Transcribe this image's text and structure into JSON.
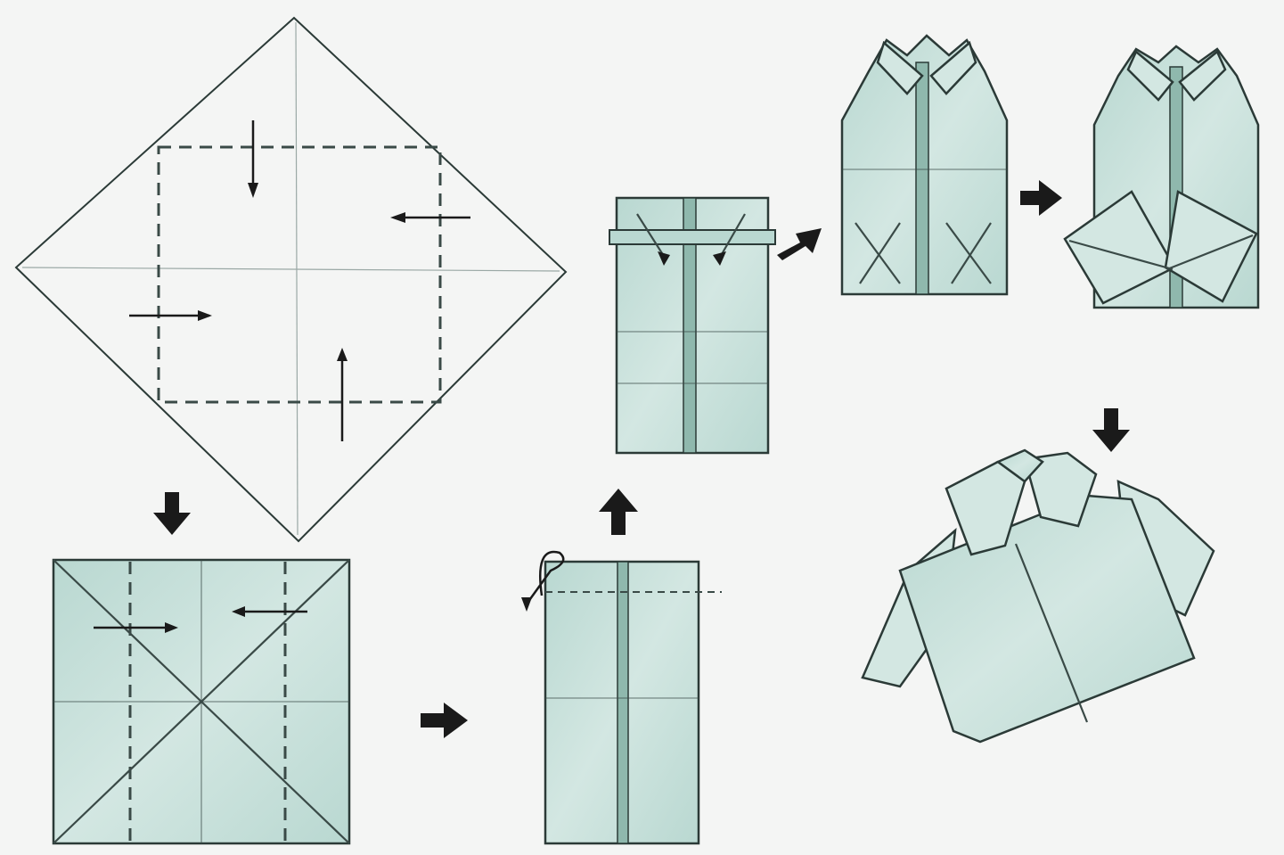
{
  "diagram": {
    "colors": {
      "background": "#f4f5f4",
      "paper_fill": "#b9d8d1",
      "paper_fill_light": "#d3e7e2",
      "paper_shadow": "#8fb8ad",
      "outline": "#2b3a37",
      "crease": "#3a4a47",
      "arrow": "#1a1a1a"
    },
    "steps": [
      {
        "id": "step-1",
        "shape": "square-sheet-diamond",
        "markings": [
          "dashed-fold-square",
          "fold-direction-arrows"
        ]
      },
      {
        "id": "step-2",
        "shape": "folded-square",
        "markings": [
          "diagonal-creases",
          "dashed-fold-lines",
          "fold-direction-arrows"
        ]
      },
      {
        "id": "step-3",
        "shape": "folded-rectangle",
        "markings": [
          "center-crease",
          "turn-over-arrow"
        ]
      },
      {
        "id": "step-4",
        "shape": "rectangle-with-collar-folds",
        "markings": [
          "corner-fold-arrows"
        ]
      },
      {
        "id": "step-5",
        "shape": "shirt-body-with-collar",
        "markings": [
          "sleeve-fold-marks"
        ]
      },
      {
        "id": "step-6",
        "shape": "shirt-with-sleeves-out",
        "markings": [
          "collar-folds"
        ]
      },
      {
        "id": "step-7",
        "shape": "finished-shirt",
        "markings": []
      }
    ],
    "arrows": [
      {
        "id": "arrow-step1-to-step2",
        "direction": "down"
      },
      {
        "id": "arrow-step2-to-step3",
        "direction": "right"
      },
      {
        "id": "arrow-step3-to-step4",
        "direction": "up"
      },
      {
        "id": "arrow-step4-to-step5",
        "direction": "up-right"
      },
      {
        "id": "arrow-step5-to-step6",
        "direction": "right"
      },
      {
        "id": "arrow-step6-to-step7",
        "direction": "down"
      }
    ]
  }
}
